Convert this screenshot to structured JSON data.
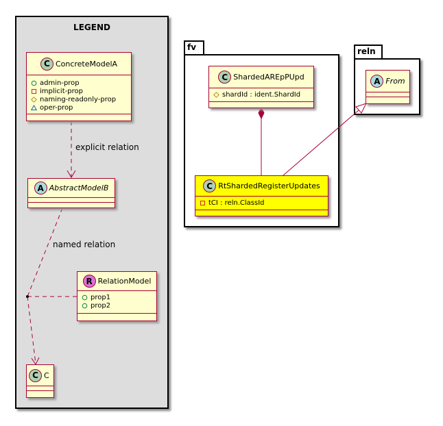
{
  "legend": {
    "title": "LEGEND",
    "classes": {
      "concrete": {
        "name": "ConcreteModelA",
        "stereotype_icon": "C",
        "attributes": [
          {
            "visibility": "public",
            "label": "admin-prop"
          },
          {
            "visibility": "private",
            "label": "implicit-prop"
          },
          {
            "visibility": "protected",
            "label": "naming-readonly-prop"
          },
          {
            "visibility": "package",
            "label": "oper-prop"
          }
        ]
      },
      "abstract": {
        "name": "AbstractModelB",
        "stereotype_icon": "A"
      },
      "relation": {
        "name": "RelationModel",
        "stereotype_icon": "R",
        "attributes": [
          {
            "visibility": "public",
            "label": "prop1"
          },
          {
            "visibility": "public",
            "label": "prop2"
          }
        ]
      },
      "c": {
        "name": "C",
        "stereotype_icon": "C"
      }
    },
    "relations": {
      "explicit": "explicit relation",
      "named": "named relation"
    }
  },
  "packages": {
    "fv": {
      "name": "fv",
      "classes": {
        "sharded": {
          "name": "ShardedAREpPUpd",
          "stereotype_icon": "C",
          "attributes": [
            {
              "visibility": "protected",
              "label": "shardId : ident.ShardId"
            }
          ]
        },
        "rtsharded": {
          "name": "RtShardedRegisterUpdates",
          "stereotype_icon": "C",
          "highlight_color": "#ffff00",
          "attributes": [
            {
              "visibility": "private",
              "label": "tCI : reln.ClassId"
            }
          ]
        }
      }
    },
    "reln": {
      "name": "reln",
      "classes": {
        "from": {
          "name": "From",
          "stereotype_icon": "A"
        }
      }
    }
  },
  "colors": {
    "class_fill": "#fefece",
    "class_border": "#a80036",
    "legend_fill": "#dddddd",
    "highlight": "#ffff00"
  }
}
